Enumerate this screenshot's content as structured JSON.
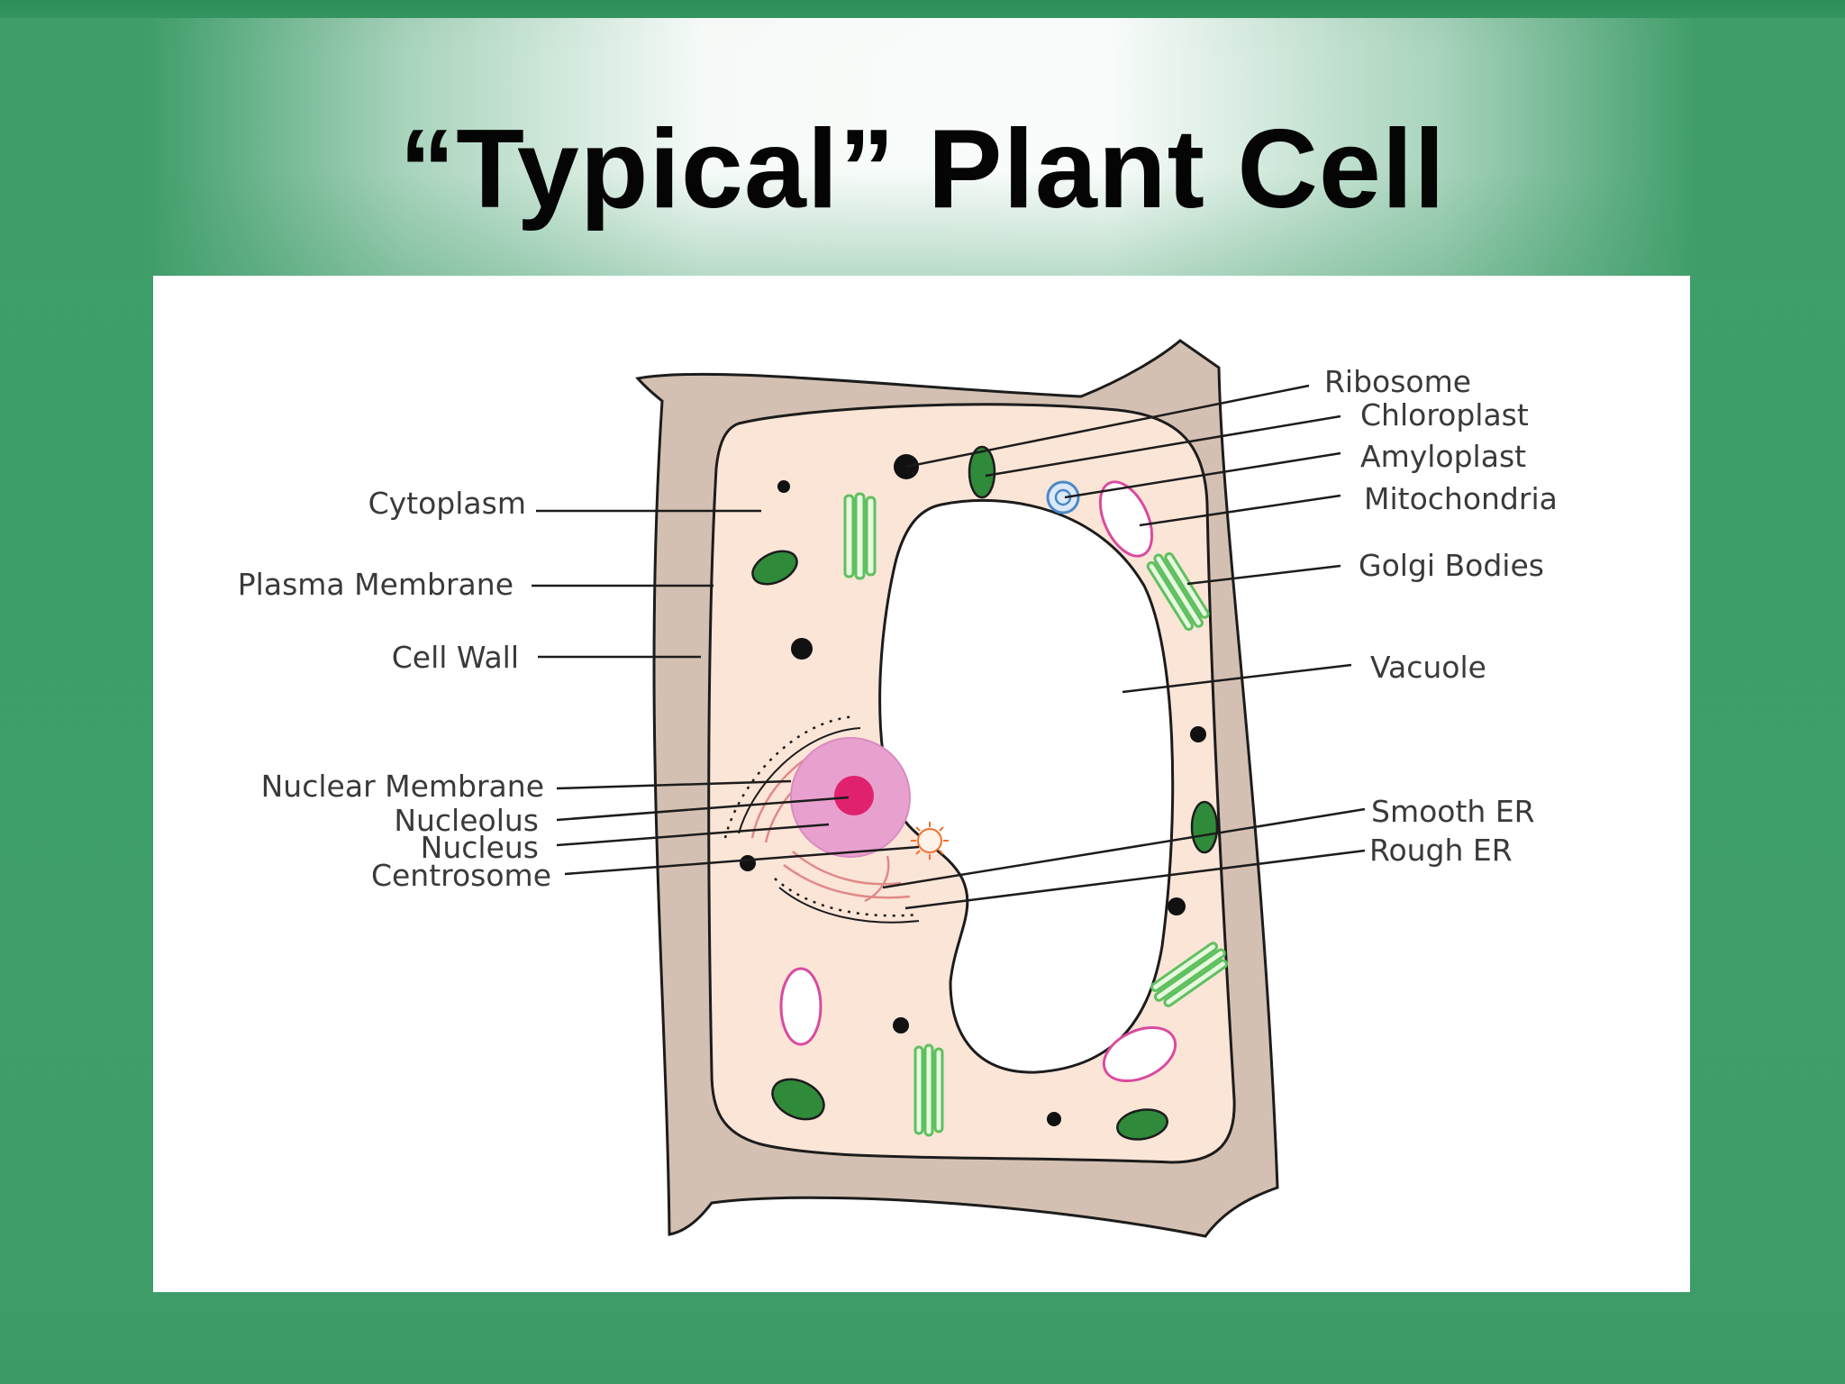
{
  "slide": {
    "title": "“Typical” Plant Cell",
    "colors": {
      "background": "#3f9d6a",
      "panel": "#ffffff",
      "cell_wall": "#d3bfb1",
      "cytoplasm": "#fbe6d8"
    }
  },
  "labels_left": {
    "cytoplasm": "Cytoplasm",
    "plasma_membrane": "Plasma Membrane",
    "cell_wall": "Cell Wall",
    "nuclear_membrane": "Nuclear Membrane",
    "nucleolus": "Nucleolus",
    "nucleus": "Nucleus",
    "centrosome": "Centrosome"
  },
  "labels_right": {
    "ribosome": "Ribosome",
    "chloroplast": "Chloroplast",
    "amyloplast": "Amyloplast",
    "mitochondria": "Mitochondria",
    "golgi_bodies": "Golgi Bodies",
    "vacuole": "Vacuole",
    "smooth_er": "Smooth ER",
    "rough_er": "Rough ER"
  }
}
